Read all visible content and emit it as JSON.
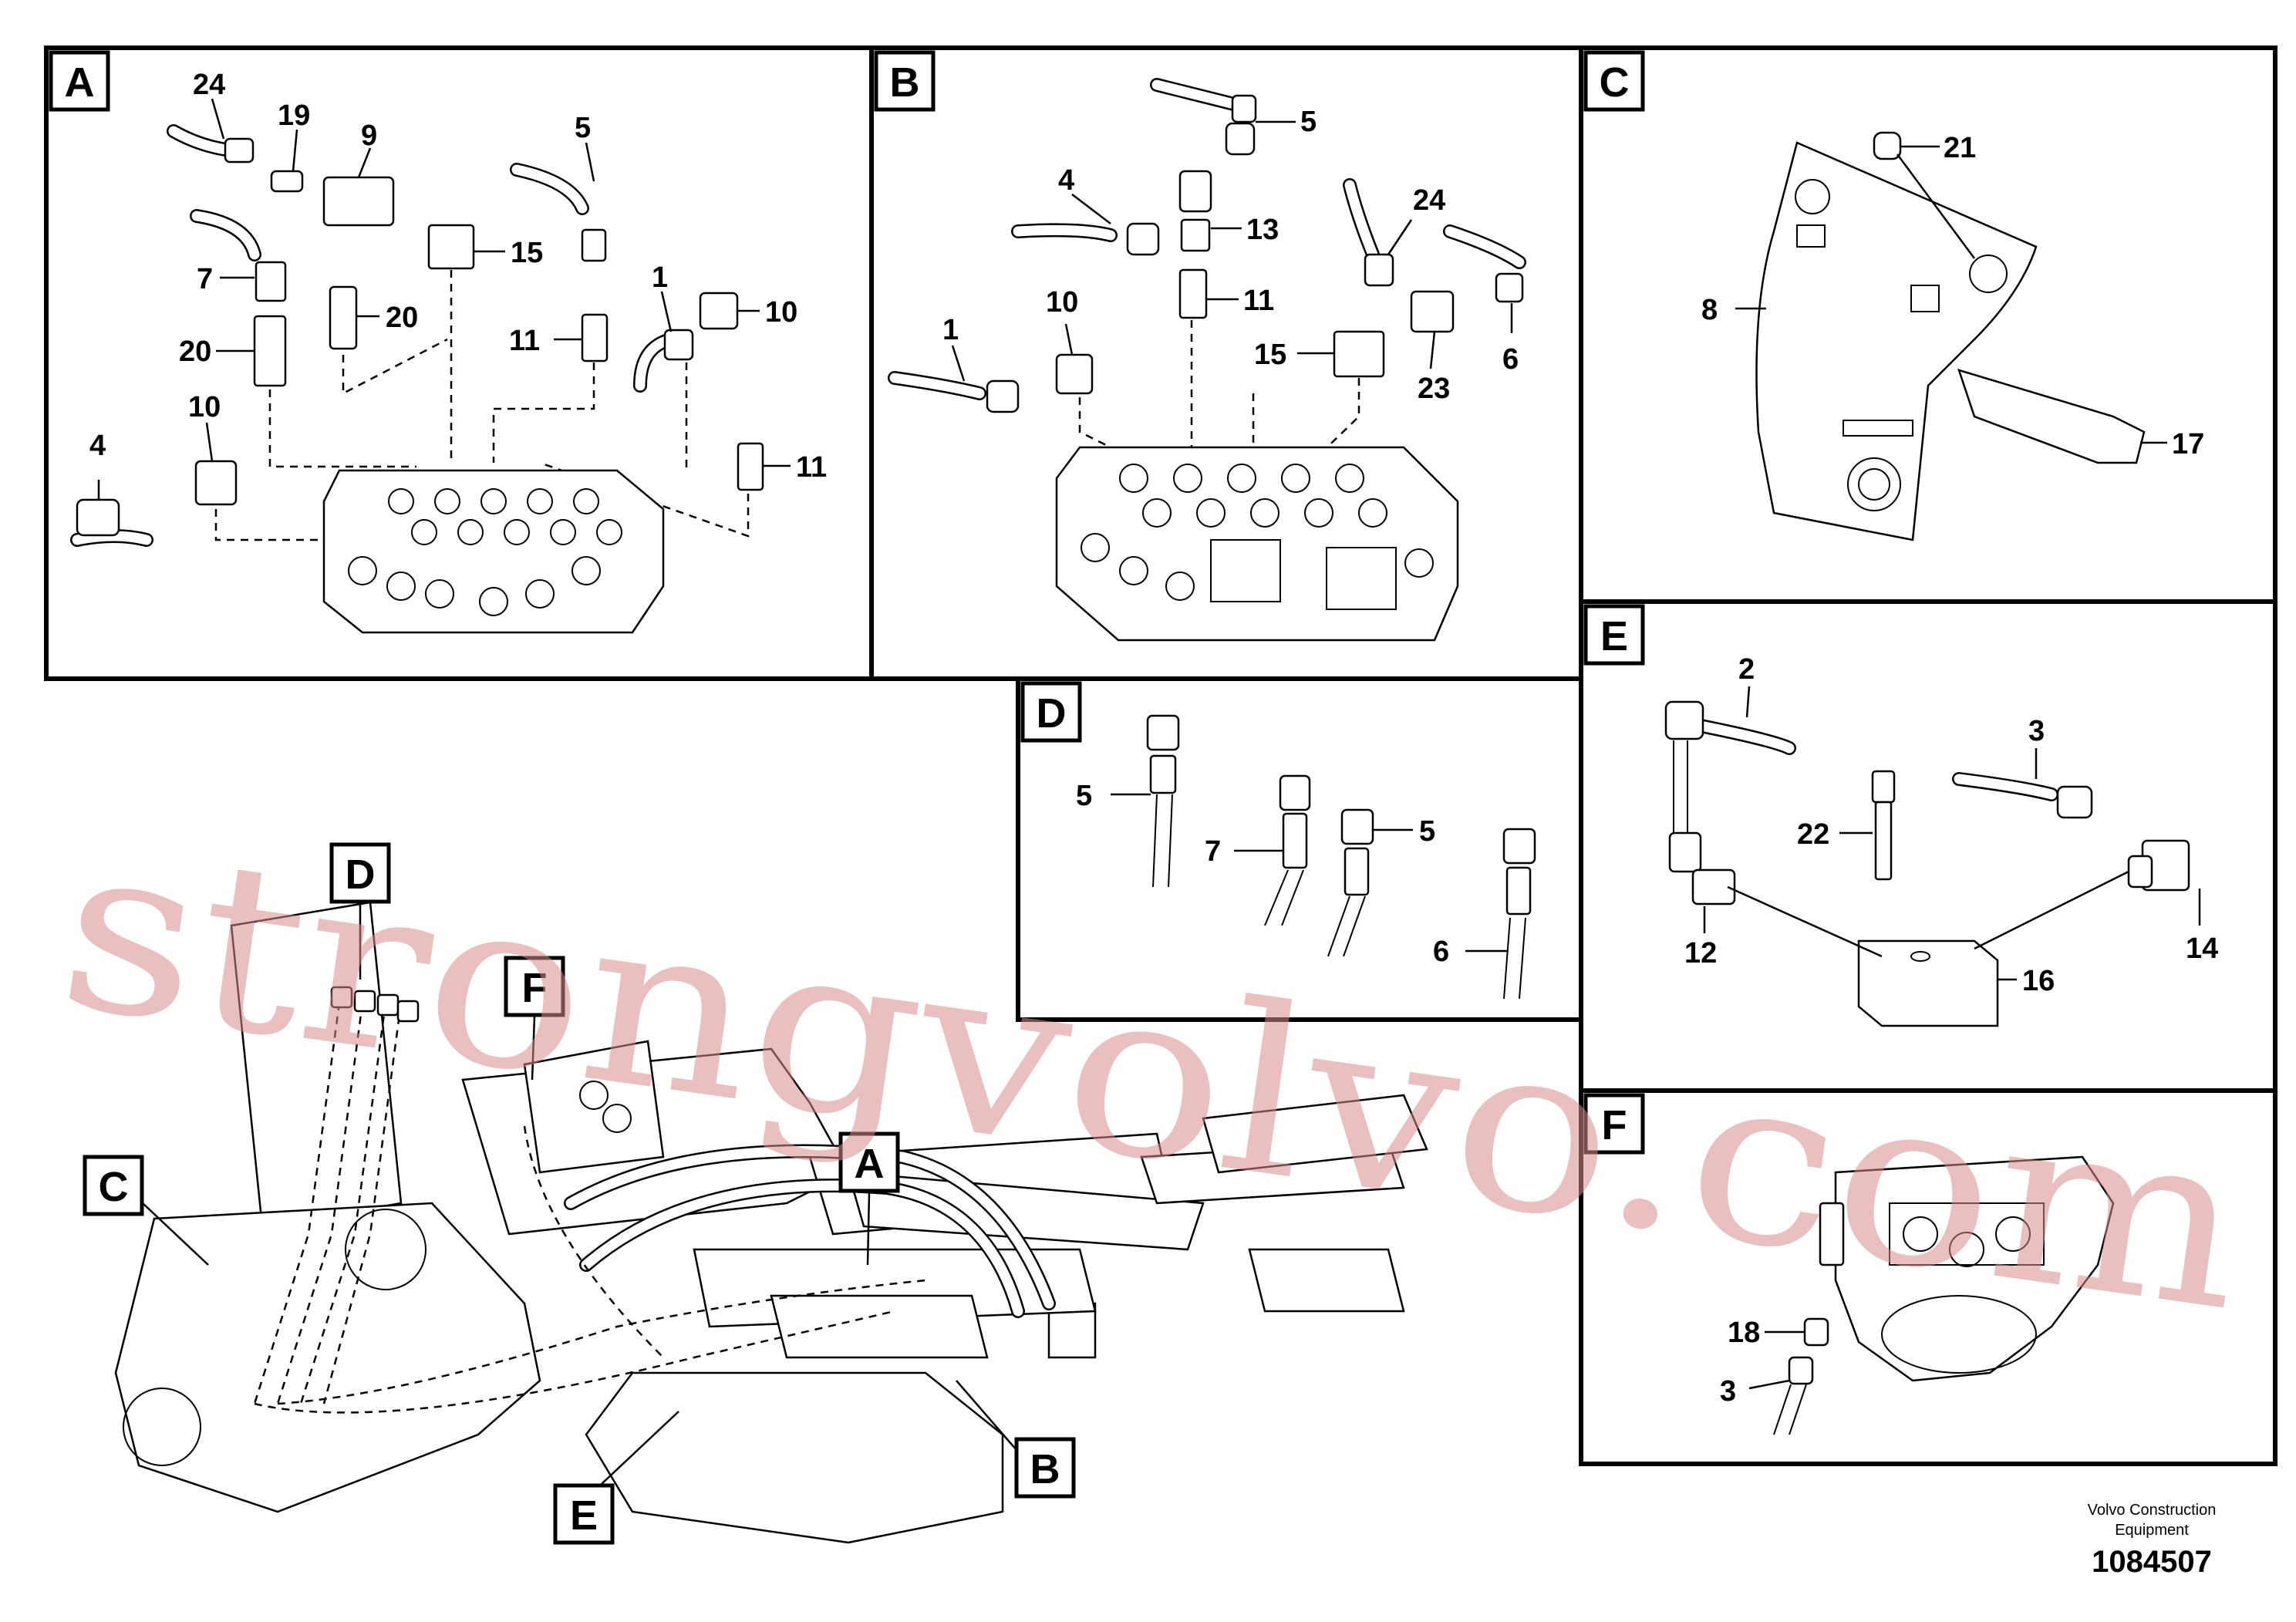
{
  "watermark": "strongvolvo.com",
  "panels": [
    {
      "id": "A",
      "callouts": [
        {
          "n": "24"
        },
        {
          "n": "19"
        },
        {
          "n": "9"
        },
        {
          "n": "5"
        },
        {
          "n": "15"
        },
        {
          "n": "7"
        },
        {
          "n": "20"
        },
        {
          "n": "20"
        },
        {
          "n": "11"
        },
        {
          "n": "1"
        },
        {
          "n": "10"
        },
        {
          "n": "10"
        },
        {
          "n": "4"
        },
        {
          "n": "11"
        }
      ]
    },
    {
      "id": "B",
      "callouts": [
        {
          "n": "5"
        },
        {
          "n": "4"
        },
        {
          "n": "13"
        },
        {
          "n": "24"
        },
        {
          "n": "11"
        },
        {
          "n": "10"
        },
        {
          "n": "1"
        },
        {
          "n": "15"
        },
        {
          "n": "23"
        },
        {
          "n": "6"
        }
      ]
    },
    {
      "id": "C",
      "callouts": [
        {
          "n": "21"
        },
        {
          "n": "8"
        },
        {
          "n": "17"
        }
      ]
    },
    {
      "id": "D",
      "callouts": [
        {
          "n": "5"
        },
        {
          "n": "7"
        },
        {
          "n": "5"
        },
        {
          "n": "6"
        }
      ]
    },
    {
      "id": "E",
      "callouts": [
        {
          "n": "2"
        },
        {
          "n": "3"
        },
        {
          "n": "22"
        },
        {
          "n": "12"
        },
        {
          "n": "16"
        },
        {
          "n": "14"
        }
      ]
    },
    {
      "id": "F",
      "callouts": [
        {
          "n": "18"
        },
        {
          "n": "3"
        }
      ]
    }
  ],
  "overview_labels": [
    "D",
    "F",
    "A",
    "C",
    "B",
    "E"
  ],
  "footer": {
    "maker": "Volvo Construction Equipment",
    "maker_line1": "Volvo Construction",
    "maker_line2": "Equipment",
    "part_number": "1084507"
  }
}
